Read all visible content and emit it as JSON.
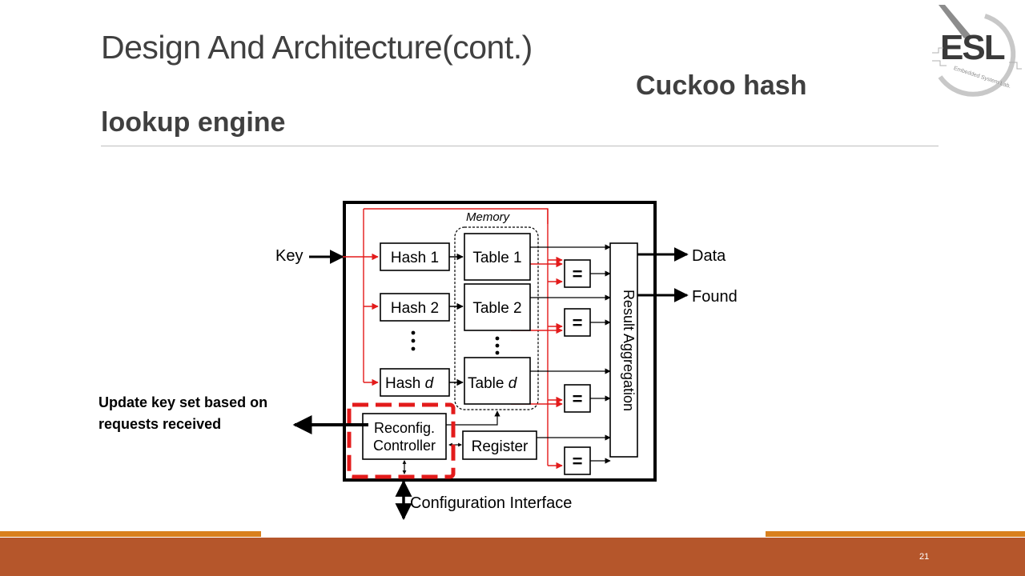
{
  "slide": {
    "title": "Design And Architecture(cont.)",
    "subtitle_part1": "Cuckoo hash",
    "subtitle_part2": "lookup engine",
    "page_number": "21",
    "callout": "Update key set based on requests received"
  },
  "logo": {
    "text": "ESL",
    "tagline": "Embedded System Lab."
  },
  "diagram": {
    "memory_label": "Memory",
    "input_key": "Key",
    "hash_units": [
      "Hash 1",
      "Hash 2"
    ],
    "hash_last": "Hash",
    "tables": [
      "Table 1",
      "Table 2"
    ],
    "table_last": "Table",
    "last_index": "d",
    "comparator": "=",
    "aggregation": "Result Aggregation",
    "reconfig": [
      "Reconfig.",
      "Controller"
    ],
    "register": "Register",
    "config_interface": "Configuration Interface",
    "outputs": [
      "Data",
      "Found"
    ]
  },
  "colors": {
    "highlight": "#e31b1b",
    "footer": "#b5562b",
    "accent": "#d9801e",
    "title": "#404040"
  }
}
